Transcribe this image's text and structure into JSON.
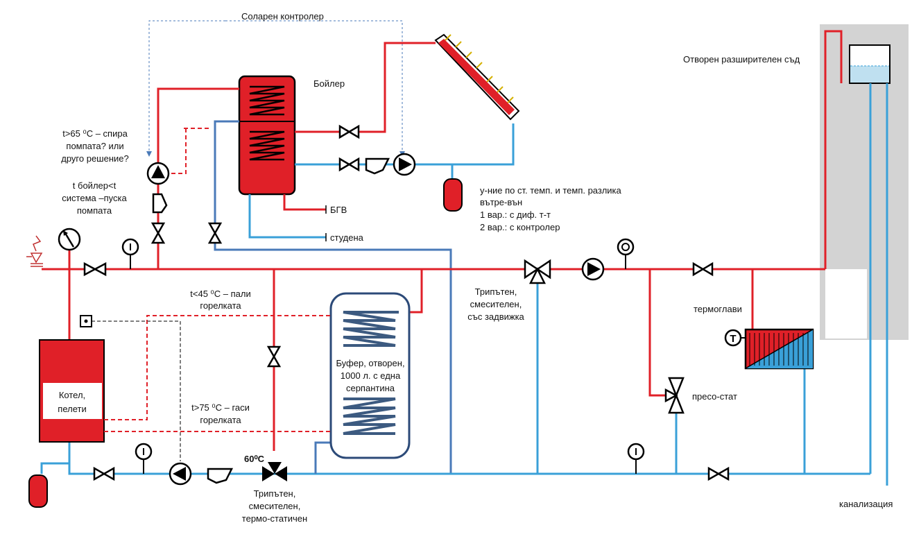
{
  "labels": {
    "solar_controller": "Соларен контролер",
    "boiler": "Бойлер",
    "open_expansion": "Отворен разширителен съд",
    "stop_pump_1": "t>65 ⁰C – спира",
    "stop_pump_2": "помпата? или",
    "stop_pump_3": "друго решение?",
    "start_pump_1": "t бойлер<t",
    "start_pump_2": "система –пуска",
    "start_pump_3": "помпата",
    "control_1": "у-ние по ст. темп. и темп. разлика",
    "control_2": "вътре-вън",
    "control_3": "1 вар.: с диф.  т-т",
    "control_4": "2 вар.: с контролер",
    "hot_water": "БГВ",
    "cold_water": "студена",
    "burner_on_1": "t<45 ⁰C – пали",
    "burner_on_2": "горелката",
    "burner_off_1": "t>75 ⁰C – гаси",
    "burner_off_2": "горелката",
    "mixing_valve_1": "Трипътен,",
    "mixing_valve_2": "смесителен,",
    "mixing_valve_3": "със задвижка",
    "thermo_heads": "термоглави",
    "pressostat": "пресо-стат",
    "buffer_1": "Буфер, отворен,",
    "buffer_2": "1000  л. с една",
    "buffer_3": "серпантина",
    "boiler_kotel_1": "Котел,",
    "boiler_kotel_2": "пелети",
    "temp_60": "60⁰C",
    "thermo_valve_1": "Трипътен,",
    "thermo_valve_2": "смесителен,",
    "thermo_valve_3": "термо-статичен",
    "sewer": "канализация",
    "thermostat_letter": "T"
  },
  "colors": {
    "hot": "#e02028",
    "cold": "#3aa0d8",
    "return": "#4a7ab8",
    "tank_fill": "#e02028",
    "panel": "#d3d3d3"
  }
}
